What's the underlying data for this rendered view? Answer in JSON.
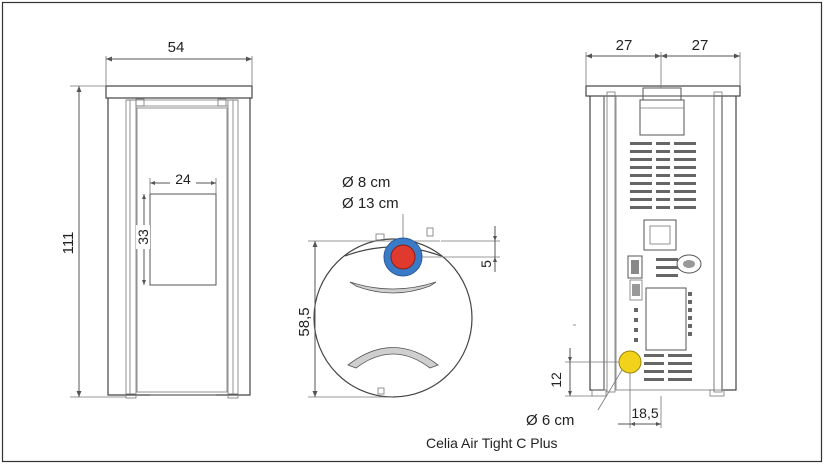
{
  "dimensions": {
    "front_width": "54",
    "height": "111",
    "window_width": "24",
    "window_height": "33",
    "flue_inner": "Ø 8 cm",
    "flue_outer": "Ø 13 cm",
    "flue_offset": "5",
    "depth": "58,5",
    "back_half_left": "27",
    "back_half_right": "27",
    "air_inlet": "Ø 6 cm",
    "air_inlet_height": "12",
    "air_inlet_offset": "18,5"
  },
  "model_name": "Celia Air Tight C Plus",
  "colors": {
    "frame": "#333333",
    "flue_inner": "#e03a2e",
    "flue_outer": "#3a7bc8",
    "air_inlet": "#f2d21a"
  }
}
